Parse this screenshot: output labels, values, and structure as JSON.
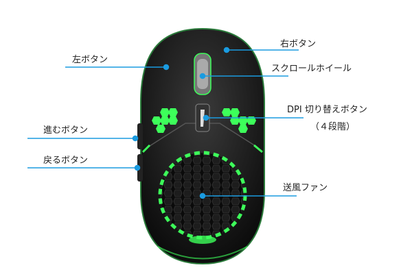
{
  "labels": {
    "left_button": "左ボタン",
    "right_button": "右ボタン",
    "scroll_wheel": "スクロールホイール",
    "dpi_button": "DPI 切り替えボタン",
    "dpi_steps": "（４段階）",
    "forward_button": "進むボタン",
    "back_button": "戻るボタン",
    "fan": "送風ファン"
  },
  "colors": {
    "callout": "#1a9be0",
    "led": "#3dff5a",
    "body": "#111111"
  }
}
